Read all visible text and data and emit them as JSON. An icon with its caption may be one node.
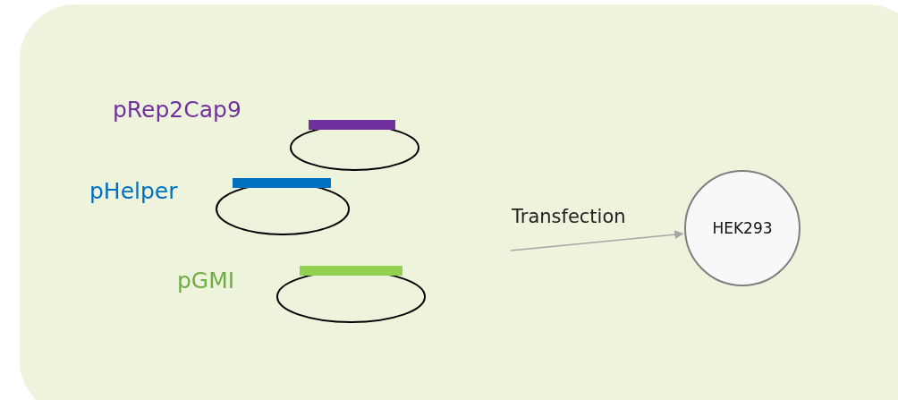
{
  "diagram": {
    "nodes": [
      {
        "text": [
          "pRep2Cap9"
        ]
      },
      {
        "text": [
          "pHelper"
        ]
      },
      {
        "text": [
          "pGMI"
        ]
      },
      {
        "text": [
          "HEK293"
        ]
      }
    ],
    "edges": [
      {
        "from": null,
        "to": 3,
        "arrow": "to",
        "label": "Transfection"
      }
    ]
  }
}
